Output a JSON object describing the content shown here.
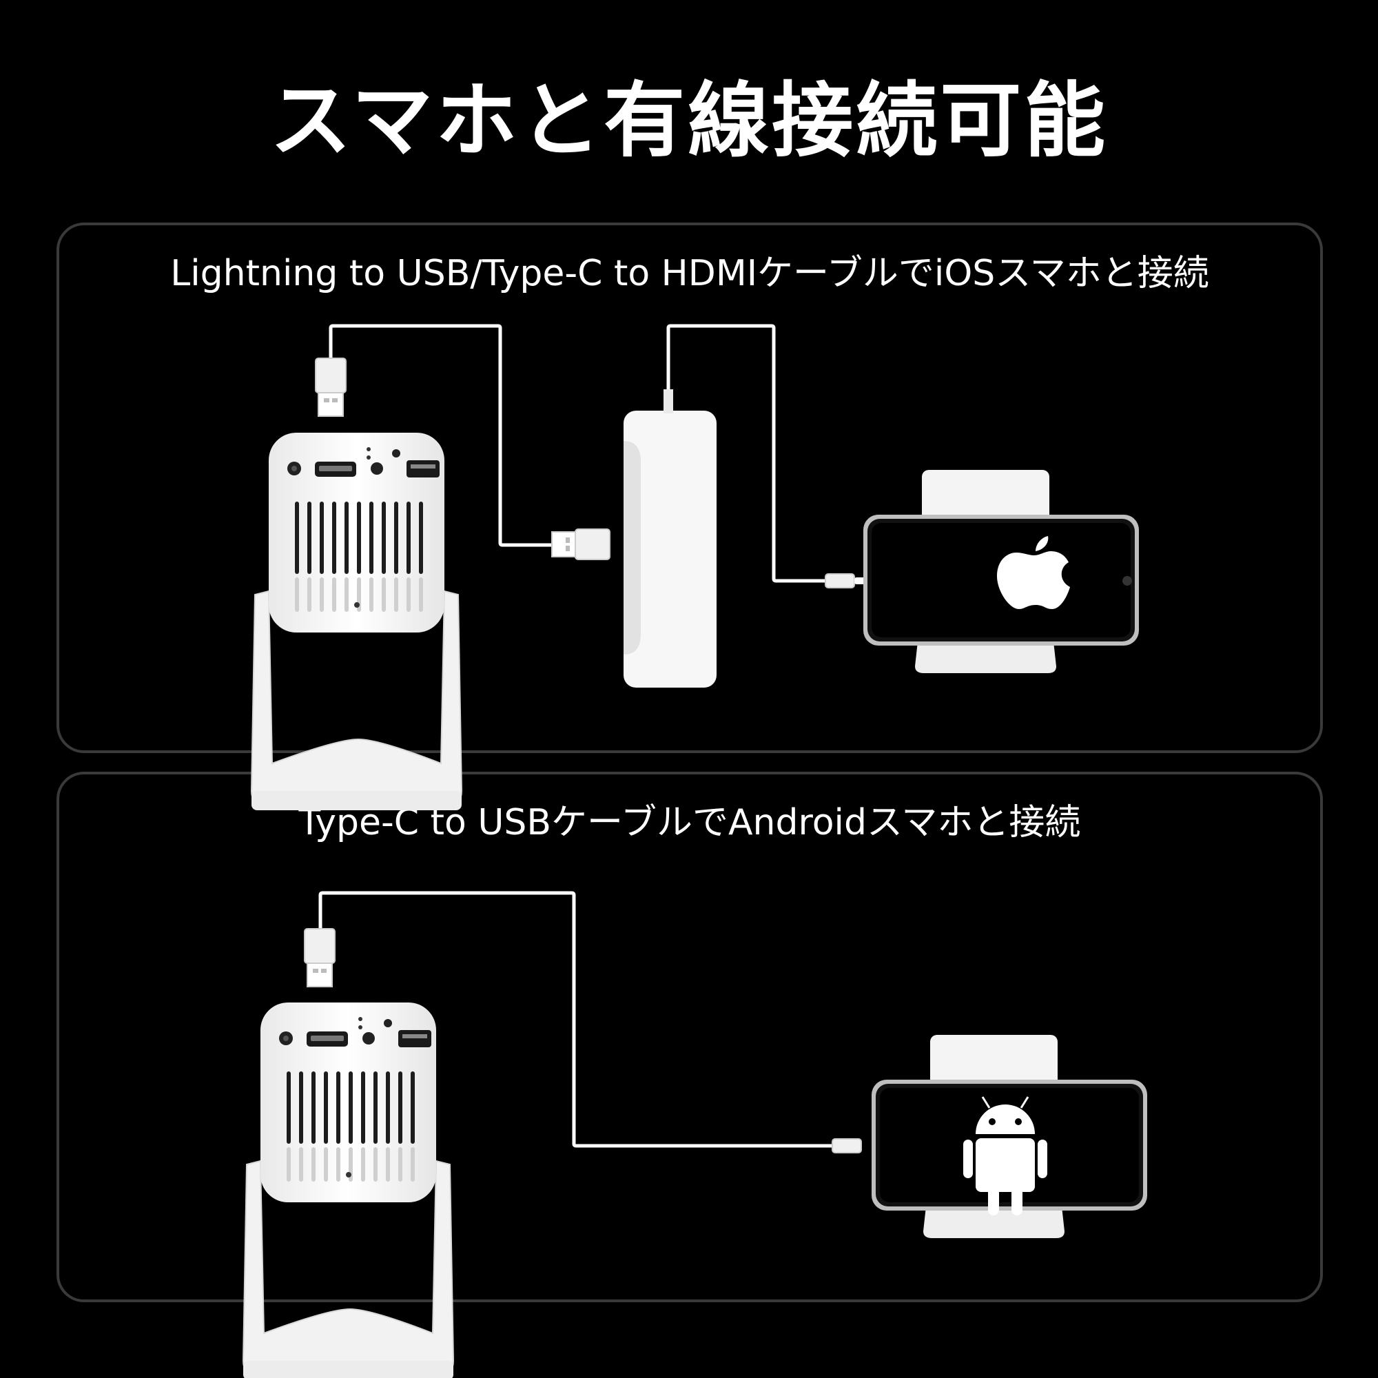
{
  "title": "スマホと有線接続可能",
  "panels": [
    {
      "caption": "Lightning to USB/Type-C to HDMIケーブルでiOSスマホと接続",
      "devices": [
        "projector-icon",
        "hdmi-adapter-icon",
        "smartphone-icon",
        "apple-logo-icon"
      ]
    },
    {
      "caption": "Type-C to USBケーブルでAndroidスマホと接続",
      "devices": [
        "projector-icon",
        "smartphone-icon",
        "android-logo-icon"
      ]
    }
  ],
  "colors": {
    "background": "#000000",
    "device": "#ffffff",
    "panel_border": "#3a3a3a"
  }
}
